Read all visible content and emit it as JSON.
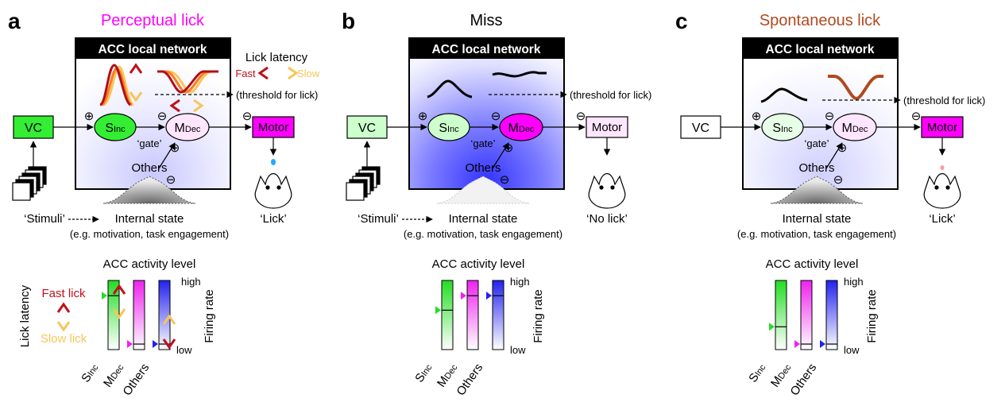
{
  "figure": {
    "colors": {
      "magenta": "#ff00ff",
      "green": "#33ee33",
      "light_green": "#ccffcc",
      "blue": "#2222ff",
      "brown": "#b04a20",
      "dark_red": "#b0101a",
      "orange": "#ff7a20",
      "yellow": "#f6c65a"
    },
    "panels": [
      {
        "label": "a",
        "title": "Perceptual lick",
        "title_color": "#ff00ff",
        "network_header": "ACC local network",
        "vc": "VC",
        "s": "S",
        "s_sub": "Inc",
        "m": "M",
        "m_sub": "Dec",
        "motor": "Motor",
        "gate": "‘gate’",
        "others": "Others",
        "threshold": "(threshold for lick)",
        "latency_title": "Lick latency",
        "fast": "Fast",
        "slow": "Slow",
        "stimuli": "‘Stimuli’",
        "internal_state": "Internal state",
        "internal_example": "(e.g. motivation, task engagement)",
        "outcome": "‘Lick’",
        "activity_title": "ACC activity level",
        "side_top": "Fast lick",
        "side_bottom": "Slow lick",
        "side_axis": "Lick latency",
        "high": "high",
        "low": "low",
        "firing_rate": "Firing rate",
        "bar_s": "S",
        "bar_s_sub": "Inc",
        "bar_m": "M",
        "bar_m_sub": "Dec",
        "bar_others": "Others",
        "levels": {
          "s": 0.78,
          "m": 0.08,
          "others": 0.08
        }
      },
      {
        "label": "b",
        "title": "Miss",
        "title_color": "#000000",
        "network_header": "ACC local network",
        "vc": "VC",
        "s": "S",
        "s_sub": "Inc",
        "m": "M",
        "m_sub": "Dec",
        "motor": "Motor",
        "gate": "‘gate’",
        "others": "Others",
        "threshold": "(threshold for lick)",
        "stimuli": "‘Stimuli’",
        "internal_state": "Internal state",
        "internal_example": "(e.g. motivation, task engagement)",
        "outcome": "‘No lick’",
        "activity_title": "ACC activity level",
        "high": "high",
        "low": "low",
        "firing_rate": "Firing rate",
        "bar_s": "S",
        "bar_s_sub": "Inc",
        "bar_m": "M",
        "bar_m_sub": "Dec",
        "bar_others": "Others",
        "levels": {
          "s": 0.57,
          "m": 0.78,
          "others": 0.78
        }
      },
      {
        "label": "c",
        "title": "Spontaneous lick",
        "title_color": "#b04a20",
        "network_header": "ACC local network",
        "vc": "VC",
        "s": "S",
        "s_sub": "Inc",
        "m": "M",
        "m_sub": "Dec",
        "motor": "Motor",
        "gate": "‘gate’",
        "others": "Others",
        "threshold": "(threshold for lick)",
        "internal_state": "Internal state",
        "internal_example": "(e.g. motivation, task engagement)",
        "outcome": "‘Lick’",
        "activity_title": "ACC activity level",
        "high": "high",
        "low": "low",
        "firing_rate": "Firing rate",
        "bar_s": "S",
        "bar_s_sub": "Inc",
        "bar_m": "M",
        "bar_m_sub": "Dec",
        "bar_others": "Others",
        "levels": {
          "s": 0.33,
          "m": 0.08,
          "others": 0.08
        }
      }
    ]
  }
}
